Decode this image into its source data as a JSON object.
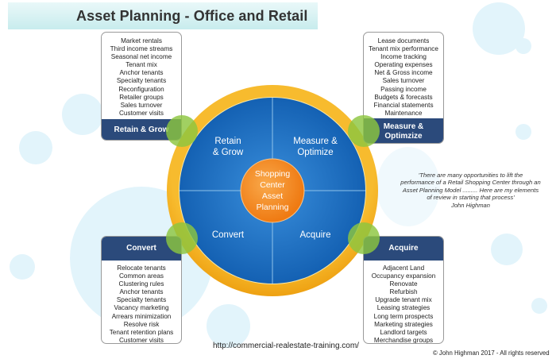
{
  "title": "Asset Planning - Office and Retail",
  "center_label": [
    "Shopping",
    "Center",
    "Asset",
    "Planning"
  ],
  "quadrants": [
    {
      "id": "retain-grow",
      "wheel_label": [
        "Retain",
        "& Grow"
      ]
    },
    {
      "id": "measure-optimize",
      "wheel_label": [
        "Measure &",
        "Optimize"
      ]
    },
    {
      "id": "convert",
      "wheel_label": [
        "Convert"
      ]
    },
    {
      "id": "acquire",
      "wheel_label": [
        "Acquire"
      ]
    }
  ],
  "boxes": {
    "retain_grow": {
      "heading": "Retain & Grow",
      "items": [
        "Market rentals",
        "Third income streams",
        "Seasonal net income",
        "Tenant mix",
        "Anchor tenants",
        "Specialty tenants",
        "Reconfiguration",
        "Retailer groups",
        "Sales turnover",
        "Customer visits"
      ]
    },
    "measure_optimize": {
      "heading_lines": [
        "Measure &",
        "Optimzize"
      ],
      "items": [
        "Lease documents",
        "Tenant mix performance",
        "Income tracking",
        "Operating expenses",
        "Net & Gross income",
        "Sales turnover",
        "Passing income",
        "Budgets & forecasts",
        "Financial statements",
        "Maintenance"
      ]
    },
    "convert": {
      "heading": "Convert",
      "items": [
        "Relocate tenants",
        "Common areas",
        "Clustering rules",
        "Anchor tenants",
        "Specialty tenants",
        "Vacancy marketing",
        "Arrears minimization",
        "Resolve risk",
        "Tenant retention plans",
        "Customer visits"
      ]
    },
    "acquire": {
      "heading": "Acquire",
      "items": [
        "Adjacent Land",
        "Occupancy expansion",
        "Renovate",
        "Refurbish",
        "Upgrade tenant mix",
        "Leasing strategies",
        "Long term prospects",
        "Marketing strategies",
        "Landlord targets",
        "Merchandise groups"
      ]
    }
  },
  "quote": {
    "lines": [
      "'There are many opportunities to lift the",
      "performance of a Retail Shopping Center through an",
      "Asset Planning Model ......... Here are my elements",
      "of review in starting that process'",
      "John Highman"
    ]
  },
  "footer": {
    "url": "http://commercial-realestate-training.com/",
    "copyright": "© John Highman 2017 - All rights reserved"
  },
  "colors": {
    "ring": "#f4ab1e",
    "wheel_blue": "#1b6fc0",
    "center": "#f48a1c",
    "band": "#2b4a7b",
    "connector_green": "#8cc63f",
    "bubble": "#e2f4fb"
  }
}
